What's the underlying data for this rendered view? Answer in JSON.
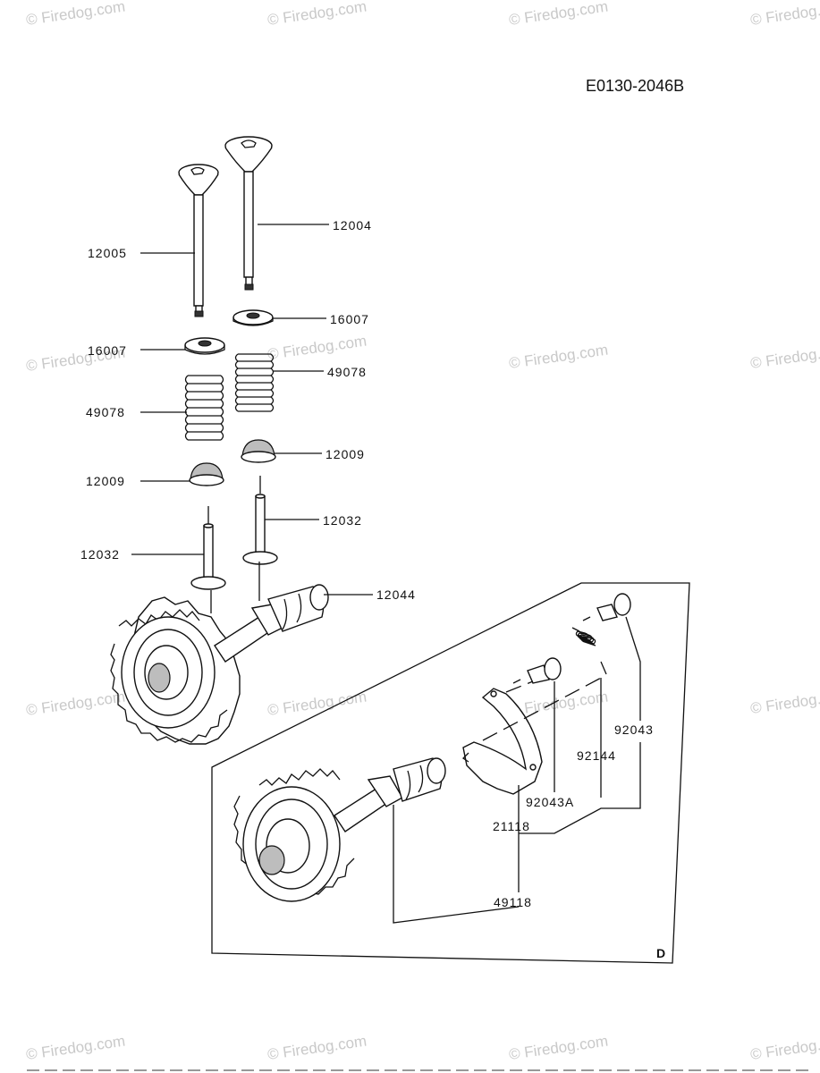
{
  "diagram_code": "E0130-2046B",
  "watermark_text": "© Firedog.com",
  "inset_label": "D",
  "callouts": {
    "c12004": "12004",
    "c12005": "12005",
    "c16007_r": "16007",
    "c16007_l": "16007",
    "c49078_r": "49078",
    "c49078_l": "49078",
    "c12009_r": "12009",
    "c12009_l": "12009",
    "c12032_r": "12032",
    "c12032_l": "12032",
    "c12044": "12044",
    "c92043": "92043",
    "c92144": "92144",
    "c92043A": "92043A",
    "c21118": "21118",
    "c49118": "49118"
  }
}
